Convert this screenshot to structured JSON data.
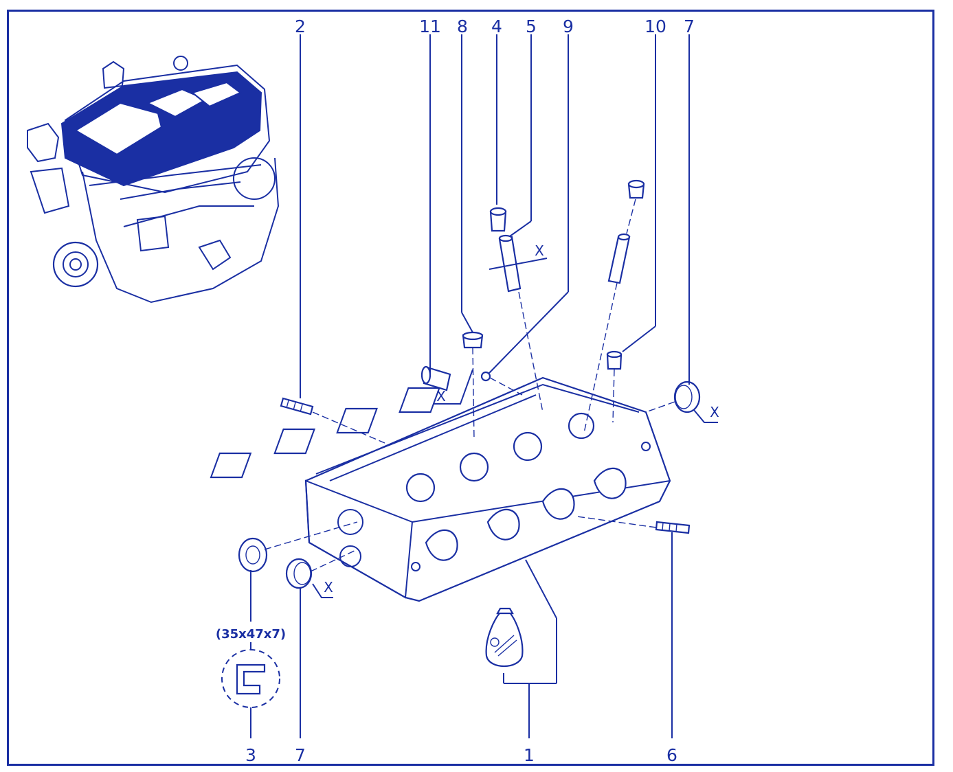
{
  "callouts": {
    "c2": "2",
    "c11": "11",
    "c8": "8",
    "c4": "4",
    "c5": "5",
    "c9": "9",
    "c10": "10",
    "c7_top": "7",
    "c3": "3",
    "c7_bottom": "7",
    "c1": "1",
    "c6": "6"
  },
  "markers": {
    "x_valve_guide": "X",
    "x_plug_11": "X",
    "x_plug_top_right": "X",
    "x_plug_bottom": "X"
  },
  "seal_size": "(35x47x7)",
  "colors": {
    "ink": "#1a2fa3",
    "background": "#ffffff"
  }
}
